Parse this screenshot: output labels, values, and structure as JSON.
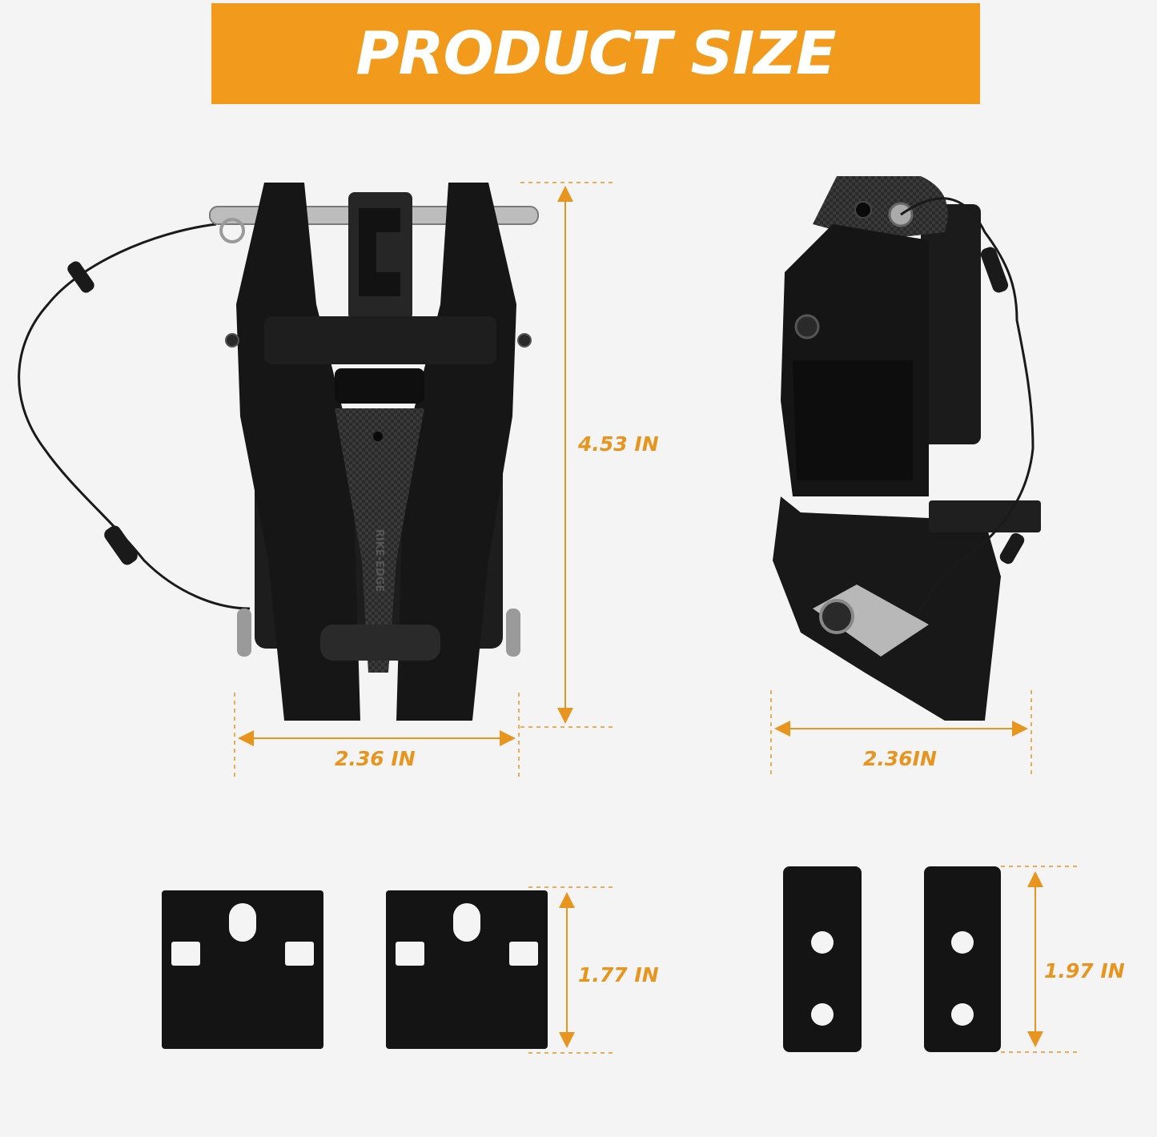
{
  "banner": {
    "title": "PRODUCT SIZE"
  },
  "dimensions": {
    "front_height": "4.53 IN",
    "front_width": "2.36 IN",
    "side_width": "2.36IN",
    "square_plate_height": "1.77 IN",
    "narrow_plate_height": "1.97 IN"
  },
  "product": {
    "engraving": "RIKE-EDGE"
  },
  "colors": {
    "banner": "#f29a1c",
    "dimension": "#e8951f",
    "background": "#f4f4f4",
    "product": "#151515"
  }
}
